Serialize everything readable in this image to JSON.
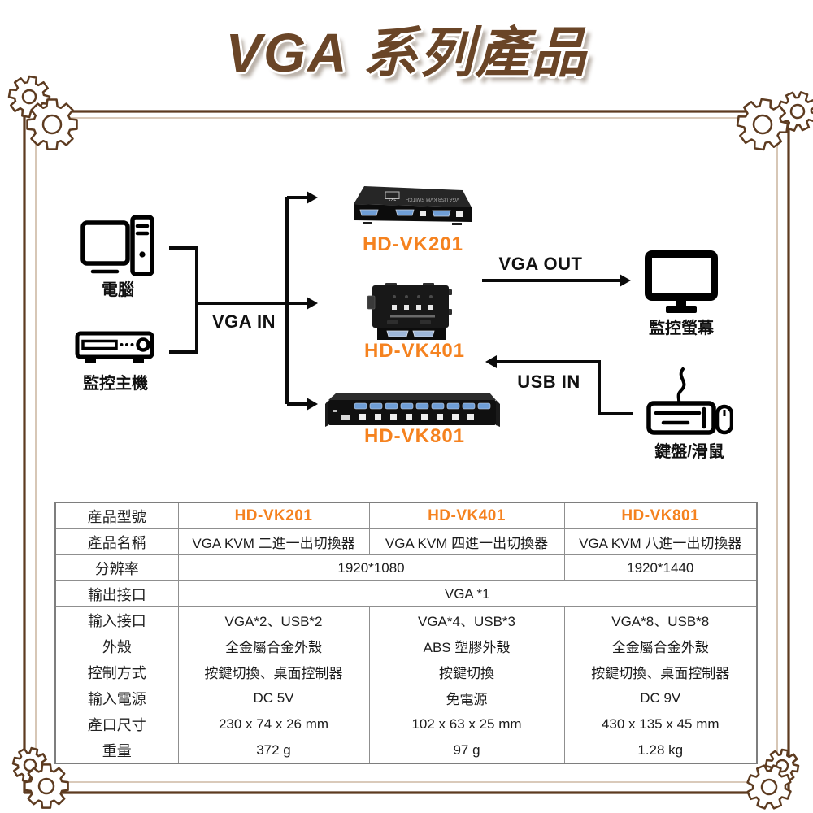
{
  "title": "VGA 系列產品",
  "colors": {
    "accent_orange": "#F5821F",
    "title_brown": "#6A4527",
    "frame_brown": "#5D3B20",
    "frame_light_line": "#CDB9A4",
    "table_border_gray": "#8F8F8F",
    "vga_port_blue": "#6F9ED6"
  },
  "diagram": {
    "labels": {
      "computer": "電腦",
      "dvr": "監控主機",
      "vga_in": "VGA IN",
      "vga_out": "VGA OUT",
      "usb_in": "USB IN",
      "monitor": "監控螢幕",
      "keyboard_mouse": "鍵盤/滑鼠"
    },
    "products": [
      {
        "model": "HD-VK201",
        "photo_text": "VGA USB KVM SWITCH",
        "photo_badge": "2X1"
      },
      {
        "model": "HD-VK401"
      },
      {
        "model": "HD-VK801"
      }
    ]
  },
  "spec_table": {
    "rows": [
      {
        "label": "産品型號",
        "model_row": true,
        "cells": [
          {
            "text": "HD-VK201"
          },
          {
            "text": "HD-VK401"
          },
          {
            "text": "HD-VK801"
          }
        ]
      },
      {
        "label": "產品名稱",
        "cells": [
          {
            "text": "VGA KVM 二進一出切換器"
          },
          {
            "text": "VGA KVM 四進一出切換器"
          },
          {
            "text": "VGA KVM 八進一出切換器"
          }
        ]
      },
      {
        "label": "分辨率",
        "cells": [
          {
            "text": "1920*1080",
            "span": 2
          },
          {
            "text": "1920*1440"
          }
        ]
      },
      {
        "label": "輸出接口",
        "cells": [
          {
            "text": "VGA *1",
            "span": 3
          }
        ]
      },
      {
        "label": "輸入接口",
        "cells": [
          {
            "text": "VGA*2、USB*2"
          },
          {
            "text": "VGA*4、USB*3"
          },
          {
            "text": "VGA*8、USB*8"
          }
        ]
      },
      {
        "label": "外殼",
        "cells": [
          {
            "text": "全金屬合金外殼"
          },
          {
            "text": "ABS 塑膠外殼"
          },
          {
            "text": "全金屬合金外殼"
          }
        ]
      },
      {
        "label": "控制方式",
        "cells": [
          {
            "text": "按鍵切換、桌面控制器"
          },
          {
            "text": "按鍵切換"
          },
          {
            "text": "按鍵切換、桌面控制器"
          }
        ]
      },
      {
        "label": "輸入電源",
        "cells": [
          {
            "text": "DC 5V"
          },
          {
            "text": "免電源"
          },
          {
            "text": "DC 9V"
          }
        ]
      },
      {
        "label": "產口尺寸",
        "cells": [
          {
            "text": "230 x 74 x 26 mm"
          },
          {
            "text": "102 x 63 x 25 mm"
          },
          {
            "text": "430 x 135 x 45 mm"
          }
        ]
      },
      {
        "label": "重量",
        "cells": [
          {
            "text": "372 g"
          },
          {
            "text": "97 g"
          },
          {
            "text": "1.28 kg"
          }
        ]
      }
    ]
  }
}
